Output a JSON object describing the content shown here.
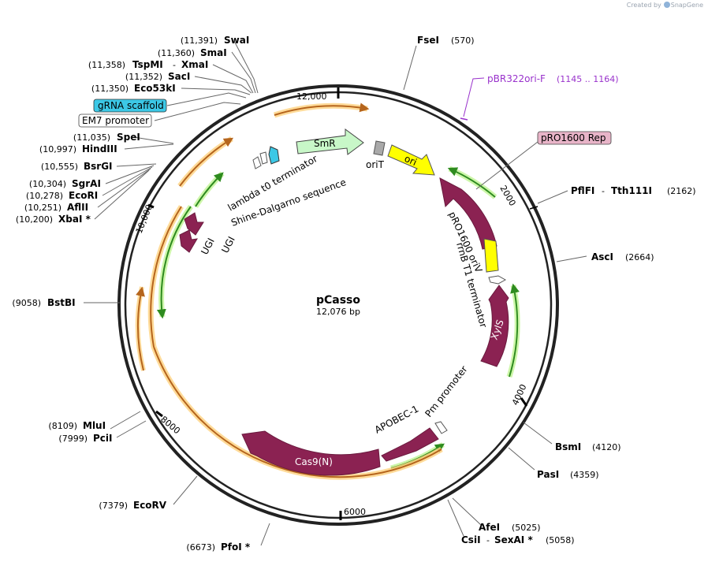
{
  "watermark": {
    "text": "Created by",
    "brand": "SnapGene"
  },
  "plasmid": {
    "name": "pCasso",
    "size_label": "12,076 bp"
  },
  "ticks": {
    "t2000": "2000",
    "t4000": "4000",
    "t6000": "6000",
    "t8000": "8000",
    "t10000": "10,000",
    "t12000": "12,000"
  },
  "enzymes": {
    "swai": {
      "name": "SwaI",
      "pos": "(11,391)"
    },
    "smai": {
      "name": "SmaI",
      "pos": "(11,360)"
    },
    "tspmi": {
      "name": "TspMI",
      "sep": "-",
      "name2": "XmaI",
      "pos": "(11,358)"
    },
    "saci": {
      "name": "SacI",
      "pos": "(11,352)"
    },
    "eco53ki": {
      "name": "Eco53kI",
      "pos": "(11,350)"
    },
    "spei": {
      "name": "SpeI",
      "pos": "(11,035)"
    },
    "hindiii": {
      "name": "HindIII",
      "pos": "(10,997)"
    },
    "bsrgi": {
      "name": "BsrGI",
      "pos": "(10,555)"
    },
    "sgrai": {
      "name": "SgrAI",
      "pos": "(10,304)"
    },
    "ecori": {
      "name": "EcoRI",
      "pos": "(10,278)"
    },
    "aflii": {
      "name": "AflII",
      "pos": "(10,251)"
    },
    "xbai": {
      "name": "XbaI *",
      "pos": "(10,200)"
    },
    "bstbi": {
      "name": "BstBI",
      "pos": "(9058)"
    },
    "mlui": {
      "name": "MluI",
      "pos": "(8109)"
    },
    "pcii": {
      "name": "PciI",
      "pos": "(7999)"
    },
    "ecorv": {
      "name": "EcoRV",
      "pos": "(7379)"
    },
    "pfoi": {
      "name": "PfoI *",
      "pos": "(6673)"
    },
    "fsei": {
      "name": "FseI",
      "pos": "(570)"
    },
    "pflfi": {
      "name": "PflFI",
      "sep": "-",
      "name2": "Tth111I",
      "pos": "(2162)"
    },
    "asci": {
      "name": "AscI",
      "pos": "(2664)"
    },
    "bsmi": {
      "name": "BsmI",
      "pos": "(4120)"
    },
    "pasi": {
      "name": "PasI",
      "pos": "(4359)"
    },
    "afei": {
      "name": "AfeI",
      "pos": "(5025)"
    },
    "csii": {
      "name": "CsiI",
      "sep": "-",
      "name2": "SexAI *",
      "pos": "(5058)"
    }
  },
  "primer": {
    "name": "pBR322ori-F",
    "range": "(1145 .. 1164)"
  },
  "features": {
    "grna_scaffold": "gRNA scaffold",
    "em7_promoter": "EM7 promoter",
    "pro1600_rep": "pRO1600 Rep",
    "smr": "SmR",
    "ori": "ori",
    "orit": "oriT",
    "lambda_t0": "lambda t0 terminator",
    "shine_dalgarno": "Shine-Dalgarno sequence",
    "ugi_outer": "UGI",
    "ugi_inner": "UGI",
    "pro1600_oriv": "pRO1600 oriV",
    "rrnb_t1": "rrnB T1 terminator",
    "xyls": "XylS",
    "pm_promoter": "Pm promoter",
    "apobec1": "APOBEC-1",
    "cas9n": "Cas9(N)"
  },
  "colors": {
    "cds": "#8b2252",
    "ori_yellow": "#ffff00",
    "smr_green": "#c8f7c8",
    "grna_cyan": "#3cc8e6",
    "rep_pink": "#e8b4c8",
    "primer_purple": "#9932cc",
    "orf_orange": "#b5651d",
    "orf_glow_orange": "#ffd27f",
    "orf_green": "#2e8b1f",
    "orf_glow_green": "#c8f5a0"
  }
}
